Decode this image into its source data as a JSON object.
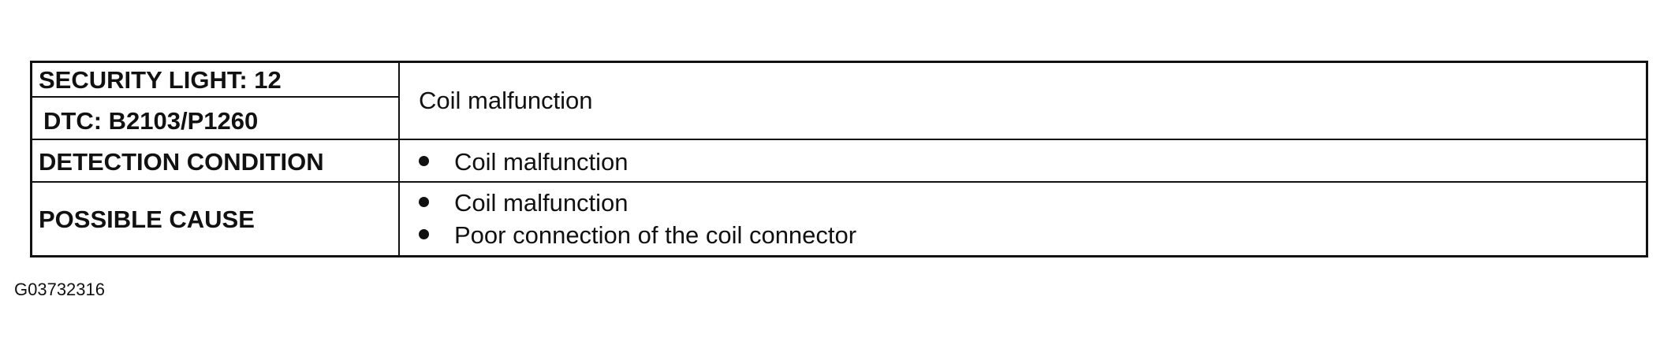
{
  "table": {
    "security_light_label": "SECURITY LIGHT: 12",
    "dtc_label": "DTC: B2103/P1260",
    "header_value": "Coil malfunction",
    "detection_condition": {
      "label": "DETECTION CONDITION",
      "items": [
        "Coil malfunction"
      ]
    },
    "possible_cause": {
      "label": "POSSIBLE CAUSE",
      "items": [
        "Coil malfunction",
        "Poor connection of the coil connector"
      ]
    }
  },
  "figure_id": "G03732316"
}
